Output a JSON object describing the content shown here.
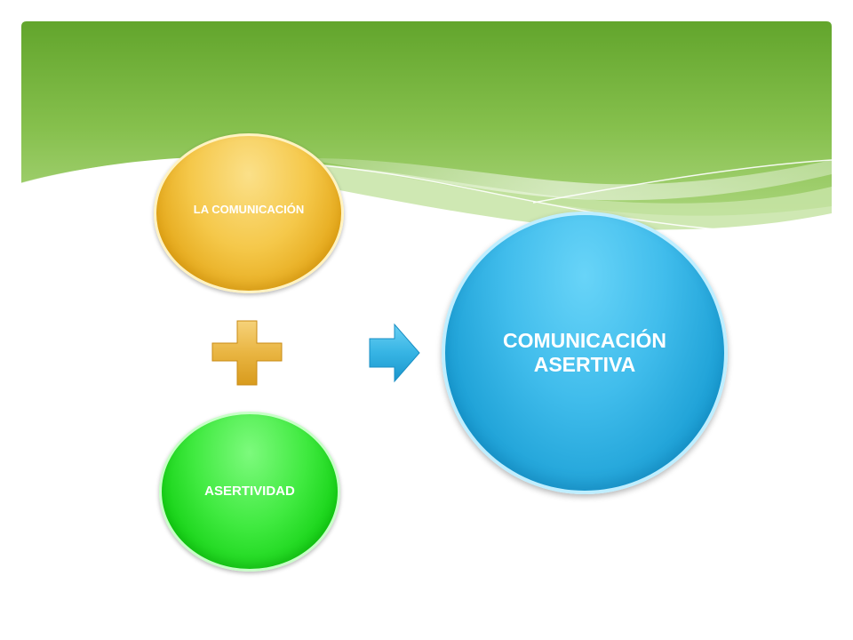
{
  "slide": {
    "circles": [
      {
        "id": "comunicacion",
        "text": "LA COMUNICACIÓN",
        "color": "#f2c13a"
      },
      {
        "id": "asertividad",
        "text": "ASERTIVIDAD",
        "color": "#22d922"
      },
      {
        "id": "resultado",
        "text": "COMUNICACIÓN ASERTIVA",
        "color": "#2aaee2"
      }
    ],
    "plus_icon": "plus-icon",
    "arrow_icon": "arrow-right-icon",
    "header_color": "#6aab33"
  }
}
